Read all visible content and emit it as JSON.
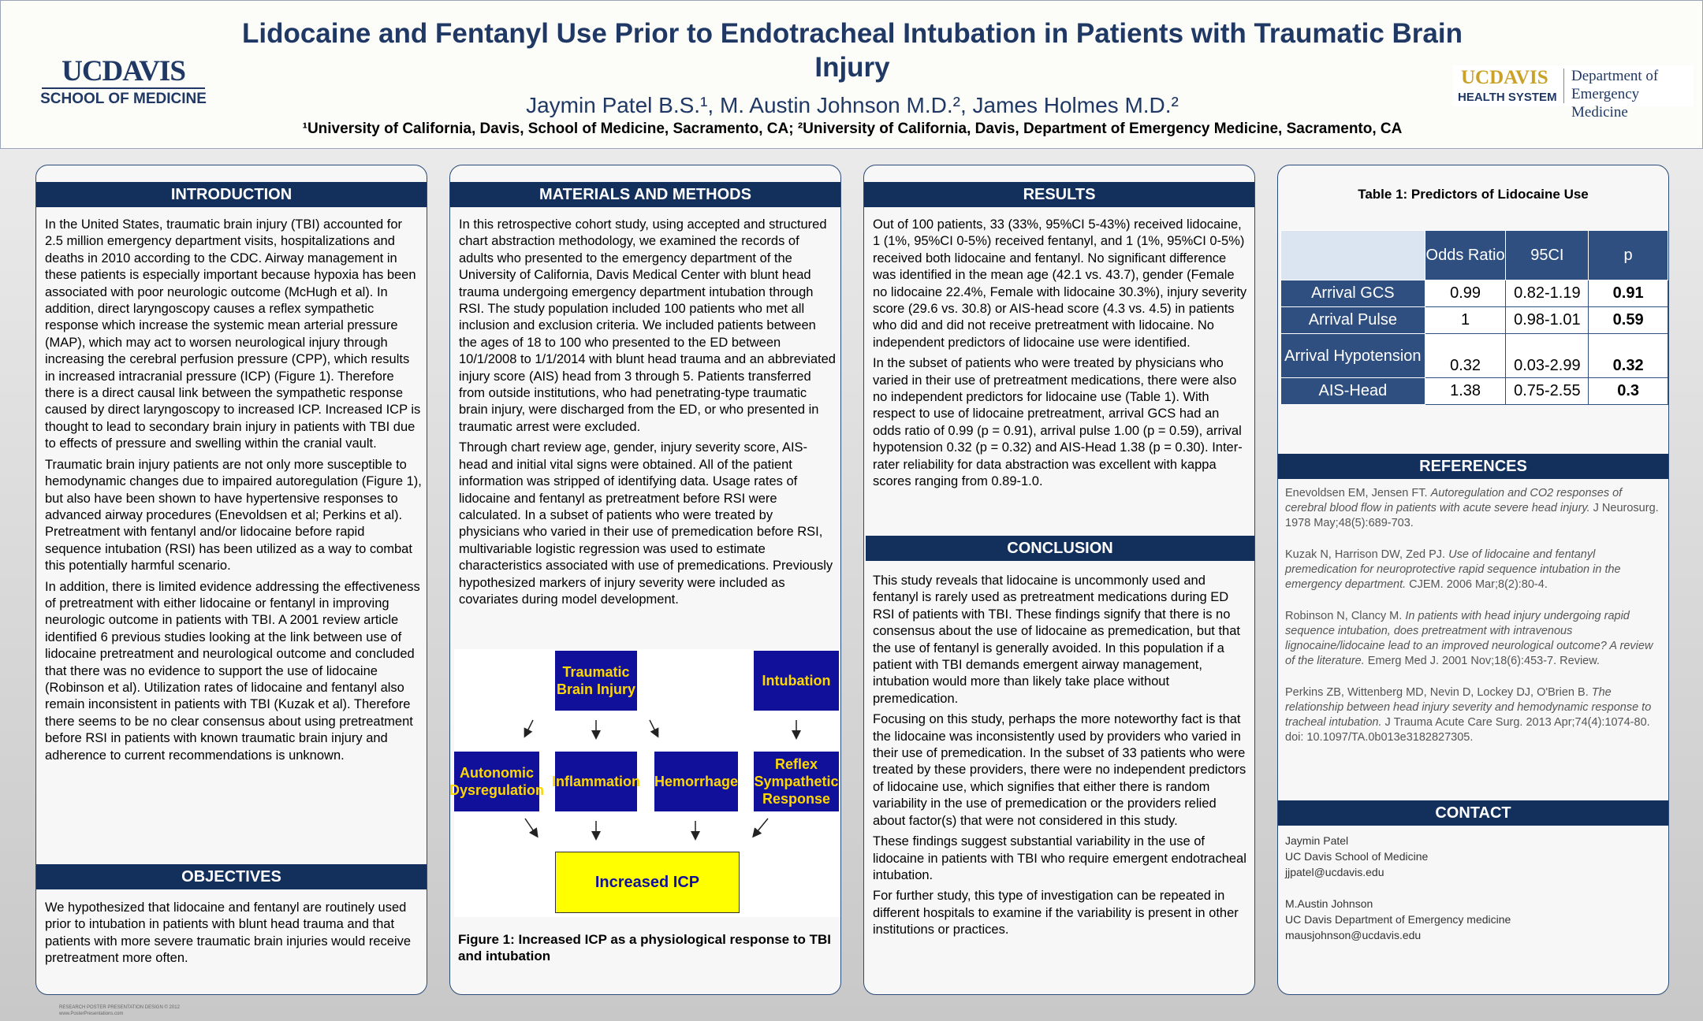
{
  "header": {
    "title": "Lidocaine and Fentanyl Use Prior to Endotracheal Intubation in Patients with Traumatic Brain Injury",
    "authors": "Jaymin Patel B.S.¹, M. Austin Johnson M.D.², James Holmes M.D.²",
    "affiliations": "¹University of California, Davis, School of Medicine, Sacramento, CA; ²University of California, Davis, Department of Emergency Medicine, Sacramento, CA",
    "logo_left": {
      "line1": "UCDAVIS",
      "line2": "SCHOOL OF MEDICINE"
    },
    "logo_right": {
      "line1": "UCDAVIS",
      "line2": "HEALTH SYSTEM",
      "dept1": "Department of",
      "dept2": "Emergency Medicine"
    }
  },
  "introduction": {
    "heading": "INTRODUCTION",
    "p1": "In the United States, traumatic brain injury (TBI) accounted for 2.5 million emergency department visits, hospitalizations and deaths in 2010 according to the CDC. Airway management in these patients is especially important because hypoxia has been associated with poor neurologic outcome (McHugh et al). In addition, direct laryngoscopy causes a reflex sympathetic response which increase the systemic mean arterial pressure (MAP), which may act to worsen neurological injury through increasing the cerebral perfusion pressure (CPP), which results in increased intracranial pressure (ICP) (Figure 1). Therefore there is a direct causal link between the sympathetic response caused by direct laryngoscopy to increased ICP. Increased ICP is thought to lead to secondary brain injury in patients with TBI due to effects of pressure and swelling within the cranial vault.",
    "p2": "Traumatic brain injury patients are not only more susceptible to hemodynamic changes due to impaired autoregulation (Figure 1), but also have been shown to have hypertensive responses to advanced airway procedures (Enevoldsen et al; Perkins et al). Pretreatment with fentanyl and/or lidocaine before rapid sequence intubation (RSI) has been utilized as a way to combat this potentially harmful scenario.",
    "p3": "In addition, there is limited evidence addressing the effectiveness of pretreatment with either lidocaine or fentanyl in improving neurologic outcome in patients with TBI. A 2001 review article identified 6 previous studies looking at the link between use of lidocaine pretreatment and neurological outcome and concluded that there was no evidence to support the use of lidocaine (Robinson et al). Utilization rates of lidocaine and fentanyl also remain inconsistent in patients with TBI (Kuzak et al). Therefore there seems to be no clear consensus about using pretreatment before RSI in patients with known traumatic brain injury and adherence to current recommendations is unknown."
  },
  "objectives": {
    "heading": "OBJECTIVES",
    "p1": "We hypothesized that lidocaine and fentanyl are routinely used prior to intubation in patients with blunt head trauma and that patients with more severe traumatic brain injuries would receive pretreatment more often."
  },
  "methods": {
    "heading": "MATERIALS AND METHODS",
    "p1": "In this retrospective cohort study, using accepted and structured chart abstraction methodology, we examined the records of adults who presented to the emergency department of the University of California, Davis Medical Center with blunt head trauma undergoing emergency department intubation through RSI. The study population included 100 patients who met all inclusion and exclusion criteria. We included patients between the ages of 18 to 100 who presented to the ED between 10/1/2008 to 1/1/2014 with blunt head trauma and an abbreviated injury score (AIS) head from 3 through 5. Patients transferred from outside institutions, who had penetrating-type traumatic brain injury, were discharged from the ED, or who presented in traumatic arrest were excluded.",
    "p2": "Through chart review age, gender, injury severity score, AIS-head and initial vital signs were obtained. All of the patient information was stripped of identifying data. Usage rates of lidocaine and fentanyl as pretreatment before RSI were calculated. In a subset of patients who were treated by physicians who varied in their use of premedication before RSI, multivariable logistic regression was used to estimate characteristics associated with use of premedications. Previously hypothesized markers of injury severity were included as covariates during model development."
  },
  "figure": {
    "tbi": "Traumatic Brain Injury",
    "intubation": "Intubation",
    "autonomic": "Autonomic Dysregulation",
    "inflammation": "Inflammation",
    "hemorrhage": "Hemorrhage",
    "reflex": "Reflex Sympathetic Response",
    "icp": "Increased ICP",
    "caption": "Figure 1: Increased ICP as a physiological response to TBI and intubation"
  },
  "results": {
    "heading": "RESULTS",
    "p1": "Out of 100 patients, 33 (33%, 95%CI 5-43%) received lidocaine, 1 (1%, 95%CI 0-5%) received fentanyl, and 1 (1%, 95%CI 0-5%) received both lidocaine and fentanyl. No significant difference was identified in the mean age (42.1 vs. 43.7), gender (Female no lidocaine 22.4%, Female with lidocaine 30.3%), injury severity score (29.6 vs. 30.8) or AIS-head score (4.3 vs. 4.5) in patients who did and did not receive pretreatment with lidocaine. No independent predictors of lidocaine use were identified.",
    "p2": "In the subset of patients who were treated by physicians who varied in their use of pretreatment medications, there were also no independent predictors for lidocaine use (Table 1). With respect to use of lidocaine pretreatment, arrival GCS had an odds ratio of 0.99 (p = 0.91), arrival pulse 1.00 (p = 0.59), arrival hypotension 0.32 (p = 0.32) and AIS-Head 1.38 (p = 0.30). Inter-rater reliability for data abstraction was excellent with kappa scores ranging from 0.89-1.0."
  },
  "conclusion": {
    "heading": "CONCLUSION",
    "p1": "This study reveals that lidocaine is uncommonly used and fentanyl is rarely used as pretreatment medications during ED RSI of patients with TBI. These findings signify that there is no consensus about the use of lidocaine as premedication, but that the use of fentanyl is generally avoided. In this population if a patient with TBI demands emergent airway management, intubation would more than likely take place without premedication.",
    "p2": "Focusing on this study, perhaps the more noteworthy fact is that the lidocaine was inconsistently used by providers who varied in their use of premedication. In the subset of 33 patients who were treated by these providers, there were no independent predictors of lidocaine use, which signifies that either there is random variability in the use of premedication or the providers relied about factor(s) that were not considered in this study.",
    "p3": "These findings suggest substantial variability in the use of lidocaine in patients with TBI who require emergent endotracheal intubation.",
    "p4": "For further study, this type of investigation can be repeated in different hospitals to examine if the variability is present in other institutions or practices."
  },
  "table1": {
    "title": "Table 1: Predictors of Lidocaine Use",
    "headers": [
      "",
      "Odds Ratio",
      "95CI",
      "p"
    ],
    "rows": [
      [
        "Arrival GCS",
        "0.99",
        "0.82-1.19",
        "0.91"
      ],
      [
        "Arrival Pulse",
        "1",
        "0.98-1.01",
        "0.59"
      ],
      [
        "Arrival Hypotension",
        "0.32",
        "0.03-2.99",
        "0.32"
      ],
      [
        "AIS-Head",
        "1.38",
        "0.75-2.55",
        "0.3"
      ]
    ]
  },
  "references": {
    "heading": "REFERENCES",
    "r1a": "Enevoldsen EM, Jensen FT. ",
    "r1b": "Autoregulation and CO2 responses of cerebral blood flow in patients with acute severe head injury.",
    "r1c": " J Neurosurg. 1978 May;48(5):689-703.",
    "r2a": "Kuzak N, Harrison DW, Zed PJ. ",
    "r2b": "Use of lidocaine and fentanyl premedication for neuroprotective rapid sequence intubation in the emergency department.",
    "r2c": " CJEM. 2006 Mar;8(2):80-4.",
    "r3a": "Robinson N, Clancy M. ",
    "r3b": "In patients with head injury undergoing rapid sequence intubation, does pretreatment with intravenous lignocaine/lidocaine lead to an improved neurological outcome? A review of the literature.",
    "r3c": " Emerg Med J. 2001 Nov;18(6):453-7. Review.",
    "r4a": "Perkins ZB, Wittenberg MD, Nevin D, Lockey DJ, O'Brien B. ",
    "r4b": "The relationship between head injury severity and hemodynamic response to tracheal intubation.",
    "r4c": " J Trauma Acute Care Surg. 2013 Apr;74(4):1074-80. doi: 10.1097/TA.0b013e3182827305."
  },
  "contact": {
    "heading": "CONTACT",
    "name1": "Jaymin Patel",
    "org1": "UC Davis School of Medicine",
    "email1": "jjpatel@ucdavis.edu",
    "name2": "M.Austin Johnson",
    "org2": "UC Davis Department of Emergency medicine",
    "email2": "mausjohnson@ucdavis.edu"
  },
  "footer": {
    "line1": "RESEARCH POSTER PRESENTATION DESIGN © 2012",
    "line2": "www.PosterPresentations.com"
  },
  "colors": {
    "navy": "#13305c",
    "title_blue": "#1f3864",
    "figure_box": "#10109a",
    "figure_text": "#ffd700",
    "icp_fill": "#ffff00"
  }
}
